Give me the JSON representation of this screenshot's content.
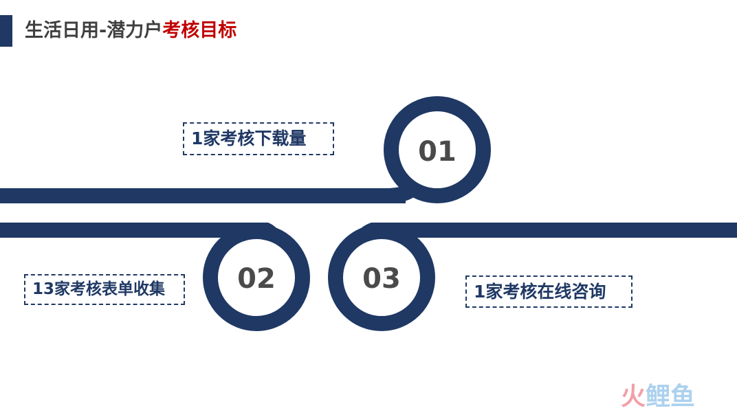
{
  "header": {
    "title_main": "生活日用-潜力户",
    "title_accent": "考核目标"
  },
  "steps": [
    {
      "number": "01",
      "label": "1家考核下载量"
    },
    {
      "number": "02",
      "label": "13家考核表单收集"
    },
    {
      "number": "03",
      "label": "1家考核在线咨询"
    }
  ],
  "watermark": {
    "part1": "火",
    "part2": "鲤鱼"
  },
  "colors": {
    "navy": "#1f3864",
    "accent_red": "#c00000",
    "number_gray": "#4a4a4a"
  }
}
